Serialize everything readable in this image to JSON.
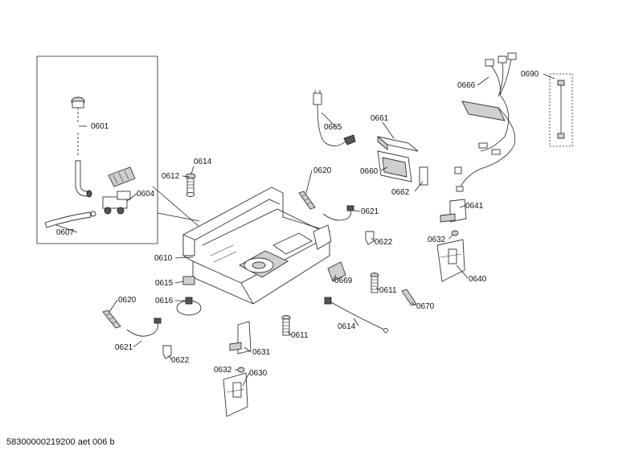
{
  "diagram": {
    "labels": [
      {
        "id": "0601",
        "text": "0601"
      },
      {
        "id": "0604",
        "text": "0604"
      },
      {
        "id": "0607",
        "text": "0607"
      },
      {
        "id": "0610",
        "text": "0610"
      },
      {
        "id": "0611a",
        "text": "0611"
      },
      {
        "id": "0611b",
        "text": "0611"
      },
      {
        "id": "0612",
        "text": "0612"
      },
      {
        "id": "0614a",
        "text": "0614"
      },
      {
        "id": "0614b",
        "text": "0614"
      },
      {
        "id": "0615",
        "text": "0615"
      },
      {
        "id": "0616",
        "text": "0616"
      },
      {
        "id": "0620a",
        "text": "0620"
      },
      {
        "id": "0620b",
        "text": "0620"
      },
      {
        "id": "0621a",
        "text": "0621"
      },
      {
        "id": "0621b",
        "text": "0621"
      },
      {
        "id": "0622a",
        "text": "0622"
      },
      {
        "id": "0622b",
        "text": "0622"
      },
      {
        "id": "0630",
        "text": "0630"
      },
      {
        "id": "0631",
        "text": "0631"
      },
      {
        "id": "0632a",
        "text": "0632"
      },
      {
        "id": "0632b",
        "text": "0632"
      },
      {
        "id": "0640",
        "text": "0640"
      },
      {
        "id": "0641",
        "text": "0641"
      },
      {
        "id": "0660",
        "text": "0660"
      },
      {
        "id": "0661",
        "text": "0661"
      },
      {
        "id": "0662",
        "text": "0662"
      },
      {
        "id": "0665",
        "text": "0665"
      },
      {
        "id": "0666",
        "text": "0666"
      },
      {
        "id": "0669",
        "text": "0669"
      },
      {
        "id": "0670",
        "text": "0670"
      },
      {
        "id": "0690",
        "text": "0690"
      }
    ],
    "footer": "58300000219200 aet 006 b"
  }
}
